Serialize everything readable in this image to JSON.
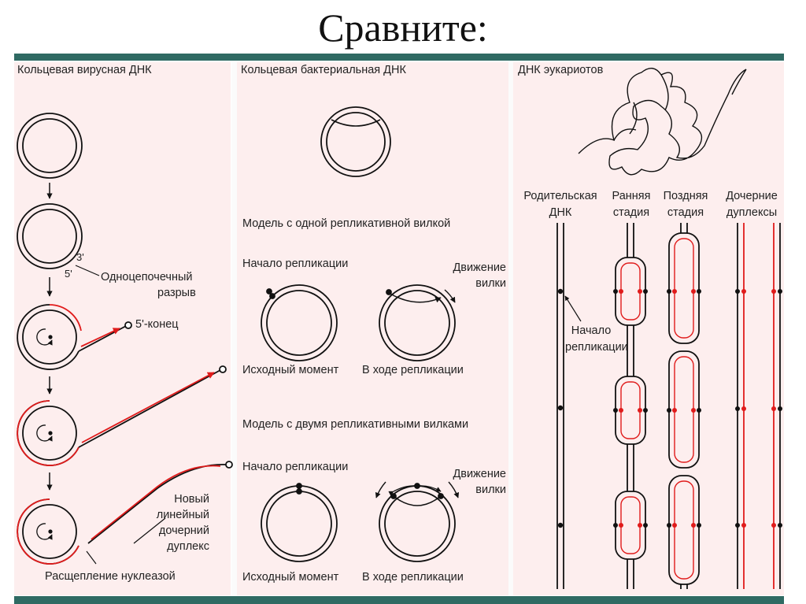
{
  "slide_title": "Сравните:",
  "viral": {
    "title": "Кольцевая вирусная ДНК",
    "label_3": "3'",
    "label_5": "5'",
    "nick_line1": "Одноцепочечный",
    "nick_line2": "разрыв",
    "five_end": "5'-конец",
    "new_line1": "Новый",
    "new_line2": "линейный",
    "new_line3": "дочерний",
    "new_line4": "дуплекс",
    "nuclease": "Расщепление нуклеазой"
  },
  "bacterial": {
    "title": "Кольцевая бактериальная ДНК",
    "model_one": "Модель с одной репликативной вилкой",
    "model_two": "Модель с двумя репликативными вилками",
    "origin_1": "Начало репликации",
    "origin_2": "Начало репликации",
    "fork_move_1a": "Движение",
    "fork_move_1b": "вилки",
    "fork_move_2a": "Движение",
    "fork_move_2b": "вилки",
    "initial_1": "Исходный момент",
    "during_1": "В ходе репликации",
    "initial_2": "Исходный момент",
    "during_2": "В ходе репликации"
  },
  "eukaryotic": {
    "title": "ДНК эукариотов",
    "col1_a": "Родительская",
    "col1_b": "ДНК",
    "col2_a": "Ранняя",
    "col2_b": "стадия",
    "col3_a": "Поздняя",
    "col3_b": "стадия",
    "col4_a": "Дочерние",
    "col4_b": "дуплексы",
    "origin_a": "Начало",
    "origin_b": "репликации"
  },
  "colors": {
    "new_strand": "#e01b1b",
    "old_strand": "#111111",
    "panel": "#fdeeee",
    "bar": "#2f6a63"
  }
}
